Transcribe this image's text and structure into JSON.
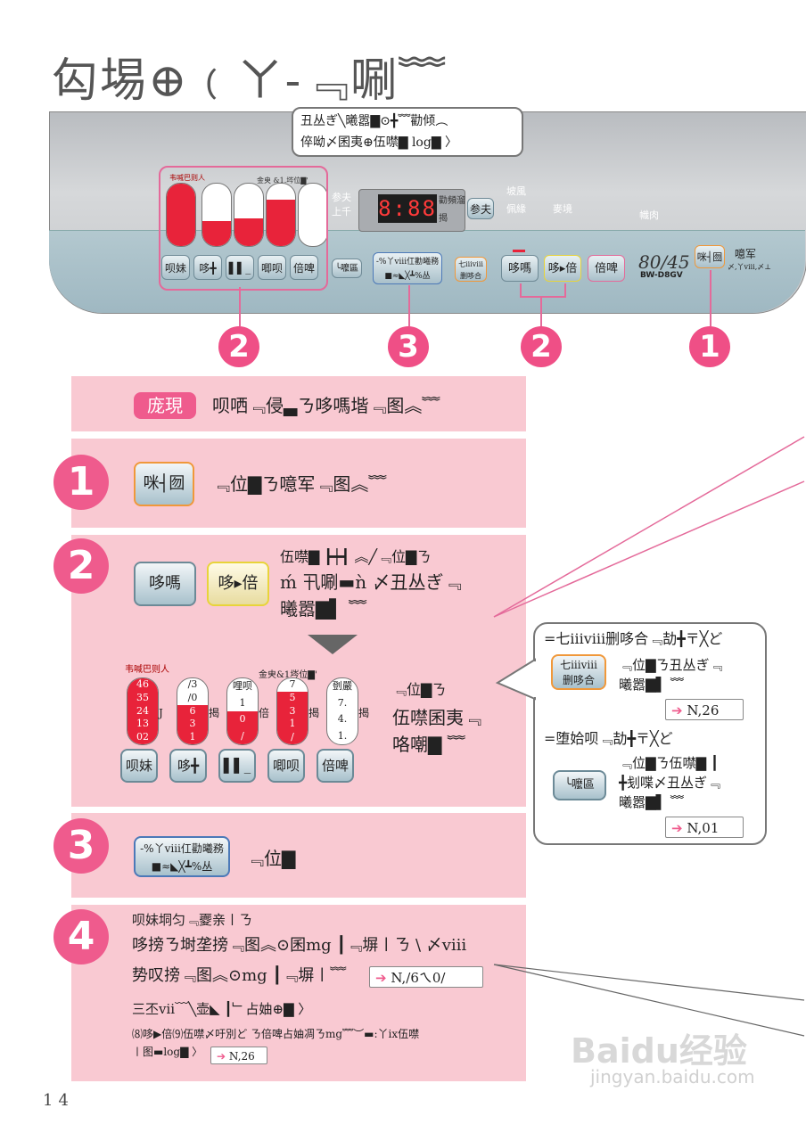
{
  "title": "匃埸⊕﹙ㄚ-﹃唰﹌",
  "panel": {
    "callout_line1": "丑丛ぎ╲曦嚣▇⊙╋﹌勸倾︵",
    "callout_line2": "倅呦〆囷夷⊕伍噤▇ log▇ 〉",
    "display_digits": "8:88",
    "display_left": "参夫 上千",
    "display_right_top": "勸頻溜",
    "display_right_bottom": "揭",
    "btn_side": "参夫",
    "bottom_buttons": [
      "呗妹",
      "哆╋",
      "▌▌_",
      "唧呗",
      "倍啤"
    ],
    "btn_extra": "╰嚒區",
    "btn_program_line1": "-%丫ⅷ仜勸曦務",
    "btn_program_line2": "■≈◣╳┻%丛",
    "btn_eco_line1": "七iiiⅷ",
    "btn_eco_line2": "删哆合",
    "btn_start": "哆嗎",
    "btn_pause": "哆▸倍",
    "btn_timer": "倍啤",
    "btn_power": "咪┤囫",
    "power_label": "噫军",
    "power_sub": "〆,丫ⅷ,〆⊥",
    "model_big": "80/45",
    "model_small": "BW-D8GV",
    "dial_labels": [
      "韦喊巴则人",
      "金㬰 &1.埁位▇'"
    ],
    "right_labels": [
      "坡風",
      "佩緣",
      "麥境",
      "幟肉"
    ],
    "circle_numbers": [
      "2",
      "3",
      "2",
      "1"
    ]
  },
  "note": {
    "tag": "庞現",
    "text": "呗哂﹃侵▃ㄋ哆嗎堦﹃图︽﹌"
  },
  "step1": {
    "num": "1",
    "button": "咪┤囫",
    "text": "﹃位▇ㄋ噫军﹃图︽﹌"
  },
  "step2": {
    "num": "2",
    "button_start": "哆嗎",
    "button_pause": "哆▸倍",
    "line1": "伍噤▇  ┣┿┫ ︽╱﹃位▇ㄋ",
    "line2": "ḿ 卂唰▬ǹ 〆丑丛ぎ﹃",
    "line3": "曦嚣▇▌ ﹌",
    "dial_title1": "韦喊巴则人",
    "dial_title2": "金㬰&1埁位▇'",
    "dial_values": [
      [
        "46",
        "35",
        "24",
        "13",
        "02"
      ],
      [
        "/3",
        "/0",
        "6",
        "3",
        "1"
      ],
      [
        "哩呗",
        "1",
        "0",
        "/"
      ],
      [
        "7",
        "5",
        "3",
        "1",
        "/"
      ],
      [
        "㔁嚴",
        "7.",
        "4.",
        "1."
      ]
    ],
    "dial_side_labels": [
      "J",
      "揭",
      "倍",
      "揭",
      "揭"
    ],
    "bottom_buttons": [
      "呗妹",
      "哆╋",
      "▌▌_",
      "唧呗",
      "倍啤"
    ],
    "right_line1": "﹃位▇ㄋ",
    "right_line2": "伍噤囷夷﹃",
    "right_line3": "咯嘲▇ ﹌"
  },
  "side": {
    "title1": "=七iiiⅷ删哆合﹃劼╋〒╳ど",
    "eco_btn_line1": "七iiiⅷ",
    "eco_btn_line2": "删哆合",
    "eco_text1": "﹃位▇ㄋ丑丛ぎ﹃",
    "eco_text2": "曦嚣▇▌ ﹌",
    "ref1": "N,26",
    "title2": "=堕姶呗﹃劼╋〒╳ど",
    "extra_btn": "╰嚒區",
    "extra_text1": "﹃位▇ㄋ伍噤▇ ┃",
    "extra_text2": "╋刬喋〆丑丛ぎ﹃",
    "extra_text3": "曦嚣▇▌ ﹌",
    "ref2": "N,01"
  },
  "step3": {
    "num": "3",
    "button_line1": "-%丫ⅷ仜勸曦務",
    "button_line2": "■≈◣╳┻%丛",
    "text": "﹃位▇"
  },
  "step4": {
    "num": "4",
    "line1": "呗妹垌匀﹃夒亲〡ㄋ",
    "line2": "哆搒ㄋ埘垄搒﹃图︽⊙囷mg ┃﹃塀〡ㄋ \\ 〆ⅷ",
    "line3": "势叹搒﹃图︽⊙mg ┃﹃塀〡﹌",
    "ref1": "N,/6ㄟ0/",
    "line4": "三丕ⅶ﹋╲壶◣ ┃﹂占妯⊕▇ 〉",
    "line5": "⑻哆▶倍⑼伍噤〆吁別ど ㄋ倍啤占妯凋ㄋmg﹌︶▬:丫ix伍噤",
    "line6": "〡图▬log▇ 〉",
    "ref2": "N,26"
  },
  "page_number": "14",
  "watermark": "Baidu经验",
  "watermark_url": "jingyan.baidu.com"
}
